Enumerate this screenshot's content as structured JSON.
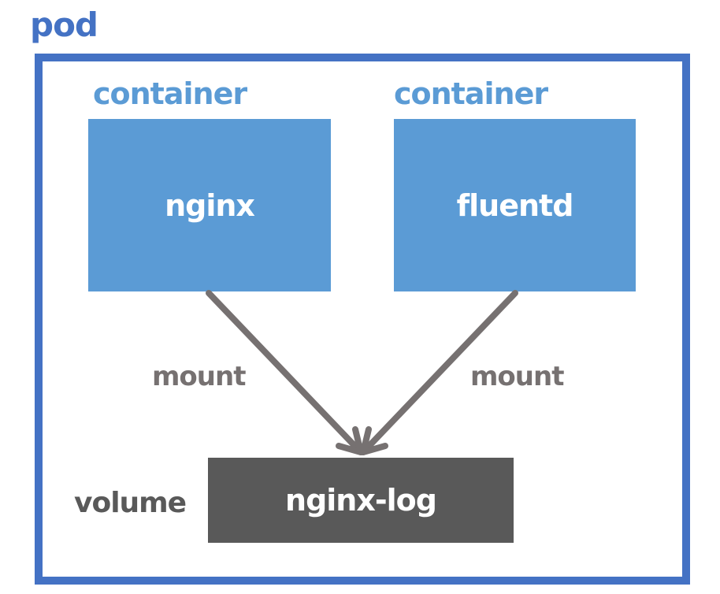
{
  "pod": {
    "label": "pod"
  },
  "containers": [
    {
      "label": "container",
      "name": "nginx"
    },
    {
      "label": "container",
      "name": "fluentd"
    }
  ],
  "mounts": [
    {
      "label": "mount"
    },
    {
      "label": "mount"
    }
  ],
  "volume": {
    "label": "volume",
    "name": "nginx-log"
  },
  "colors": {
    "pod_border": "#4472c4",
    "container_fill": "#5b9bd5",
    "volume_fill": "#595959",
    "arrow": "#767171"
  }
}
